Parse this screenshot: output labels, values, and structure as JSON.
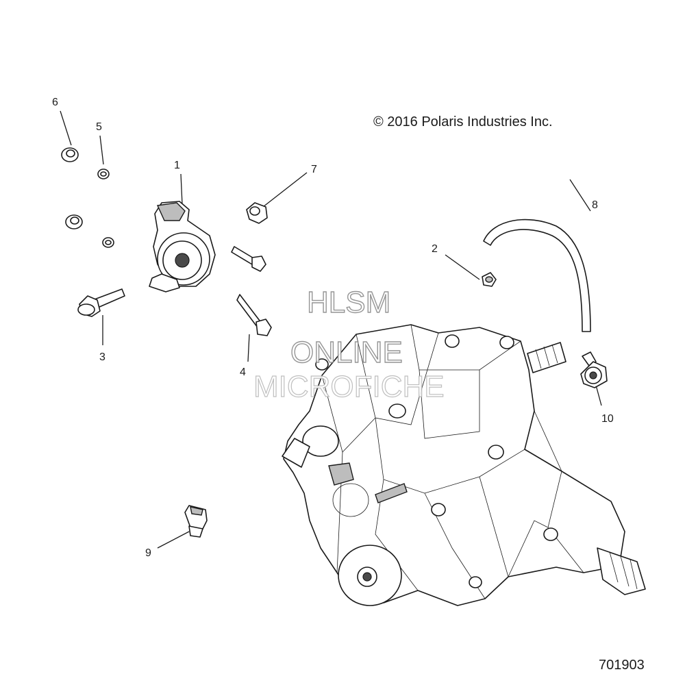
{
  "copyright": "© 2016 Polaris Industries Inc.",
  "reference_number": "701903",
  "watermark": {
    "line1": "HLSM",
    "line2": "ONLINE",
    "line3": "MICROFICHE"
  },
  "callouts": [
    {
      "id": "1",
      "label": "1",
      "part": "sensor"
    },
    {
      "id": "2",
      "label": "2",
      "part": "clamp"
    },
    {
      "id": "3",
      "label": "3",
      "part": "long-flange-bolt"
    },
    {
      "id": "4",
      "label": "4",
      "part": "bolt"
    },
    {
      "id": "5",
      "label": "5",
      "part": "lock-washer"
    },
    {
      "id": "6",
      "label": "6",
      "part": "flange-nut"
    },
    {
      "id": "7",
      "label": "7",
      "part": "plug"
    },
    {
      "id": "8",
      "label": "8",
      "part": "vent-hose"
    },
    {
      "id": "9",
      "label": "9",
      "part": "connector-clip"
    },
    {
      "id": "10",
      "label": "10",
      "part": "vent-fitting"
    }
  ]
}
